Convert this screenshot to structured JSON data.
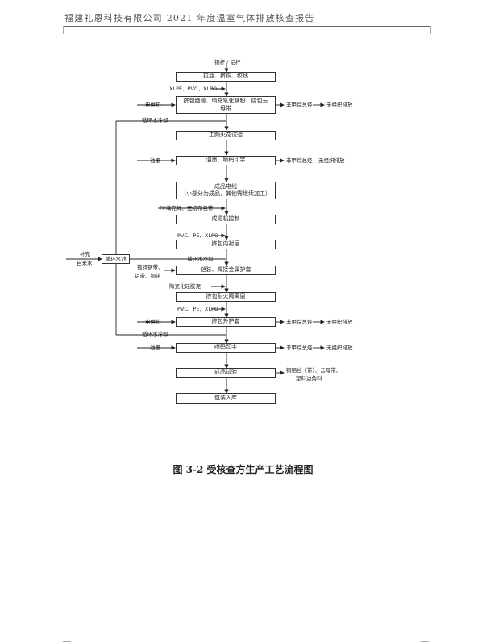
{
  "header": {
    "text": "福建礼恩科技有限公司 2021 年度温室气体排放核查报告"
  },
  "flow": {
    "input_top": "铜杆 / 铝杆",
    "steps": [
      "拉丝、挤铜、绞线",
      "挤包绝缘、填充氧化镁粉、绕包云母带",
      "工频火花试验",
      "油墨、喷码印字",
      "成品电线",
      "（小部分为成品，其他需继续加工）",
      "成缆机控制",
      "挤包内衬层",
      "铠装、焊接金属护套",
      "挤包耐火隔离层",
      "挤包外护套",
      "喷码印字",
      "成品试验",
      "包装入库"
    ],
    "inputs": {
      "xlpe1": "XLPE、PVC、XLPO",
      "heat1": "电供热",
      "ink1": "油墨",
      "pp": "PP填充绳、无纺布包带",
      "pvc2": "PVC、PE、XLPO",
      "armor1": "镀锌钢带、",
      "armor2": "铝带、铜带",
      "ceramic": "陶瓷化硅胶泥",
      "pvc3": "PVC、PE、XLPO",
      "heat2": "电供热",
      "ink2": "油墨",
      "supply1": "补充",
      "supply2": "自来水"
    },
    "cooling": {
      "pool": "循环水池",
      "c1": "循环水冷却",
      "c2": "循环水冷却",
      "c3": "循环水冷却"
    },
    "outputs": {
      "voc1": "非甲烷总烃",
      "org1": "无组织排放",
      "voc2": "非甲烷总烃",
      "org2": "无组织排放",
      "voc3": "非甲烷总烃",
      "org3": "无组织排放",
      "voc4": "非甲烷总烃",
      "org4": "无组织排放",
      "waste1": "铜铝丝（带）、云母带、",
      "waste2": "塑料边角料"
    }
  },
  "caption": "图 3-2  受核查方生产工艺流程图"
}
